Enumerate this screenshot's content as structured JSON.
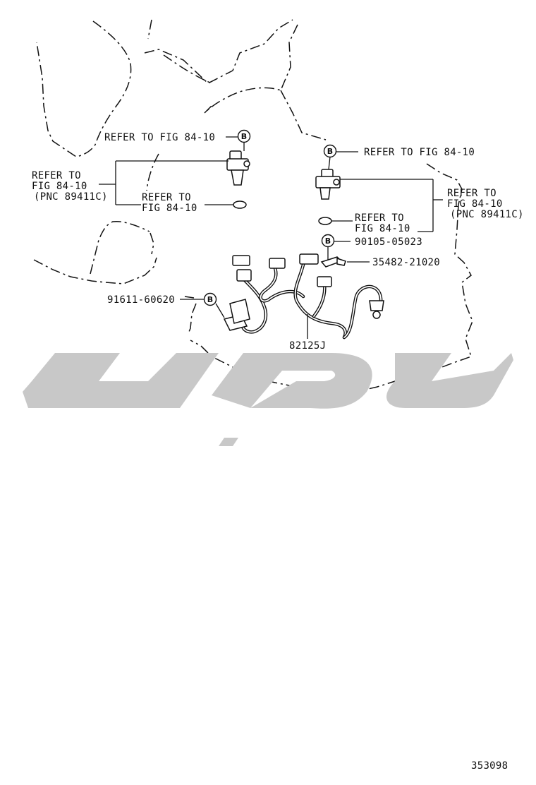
{
  "diagram": {
    "labels": {
      "refer_left_top": "REFER TO FIG 84-10",
      "refer_left_bracket_1": "REFER TO",
      "refer_left_bracket_2": "FIG 84-10",
      "refer_left_bracket_3": "(PNC 89411C)",
      "refer_left_small_1": "REFER TO",
      "refer_left_small_2": "FIG 84-10",
      "refer_right_top": "REFER TO FIG 84-10",
      "refer_right_bracket_1": "REFER TO",
      "refer_right_bracket_2": "FIG 84-10",
      "refer_right_bracket_3": "(PNC 89411C)",
      "refer_right_small_1": "REFER TO",
      "refer_right_small_2": "FIG 84-10"
    },
    "part_numbers": {
      "bolt": "90105-05023",
      "clamp": "35482-21020",
      "harness": "82125J",
      "connector_clip": "91611-60620"
    },
    "callout_marker": "B",
    "watermark_color": "#c8c8c8",
    "line_color": "#111111",
    "figure_number": "353098"
  }
}
